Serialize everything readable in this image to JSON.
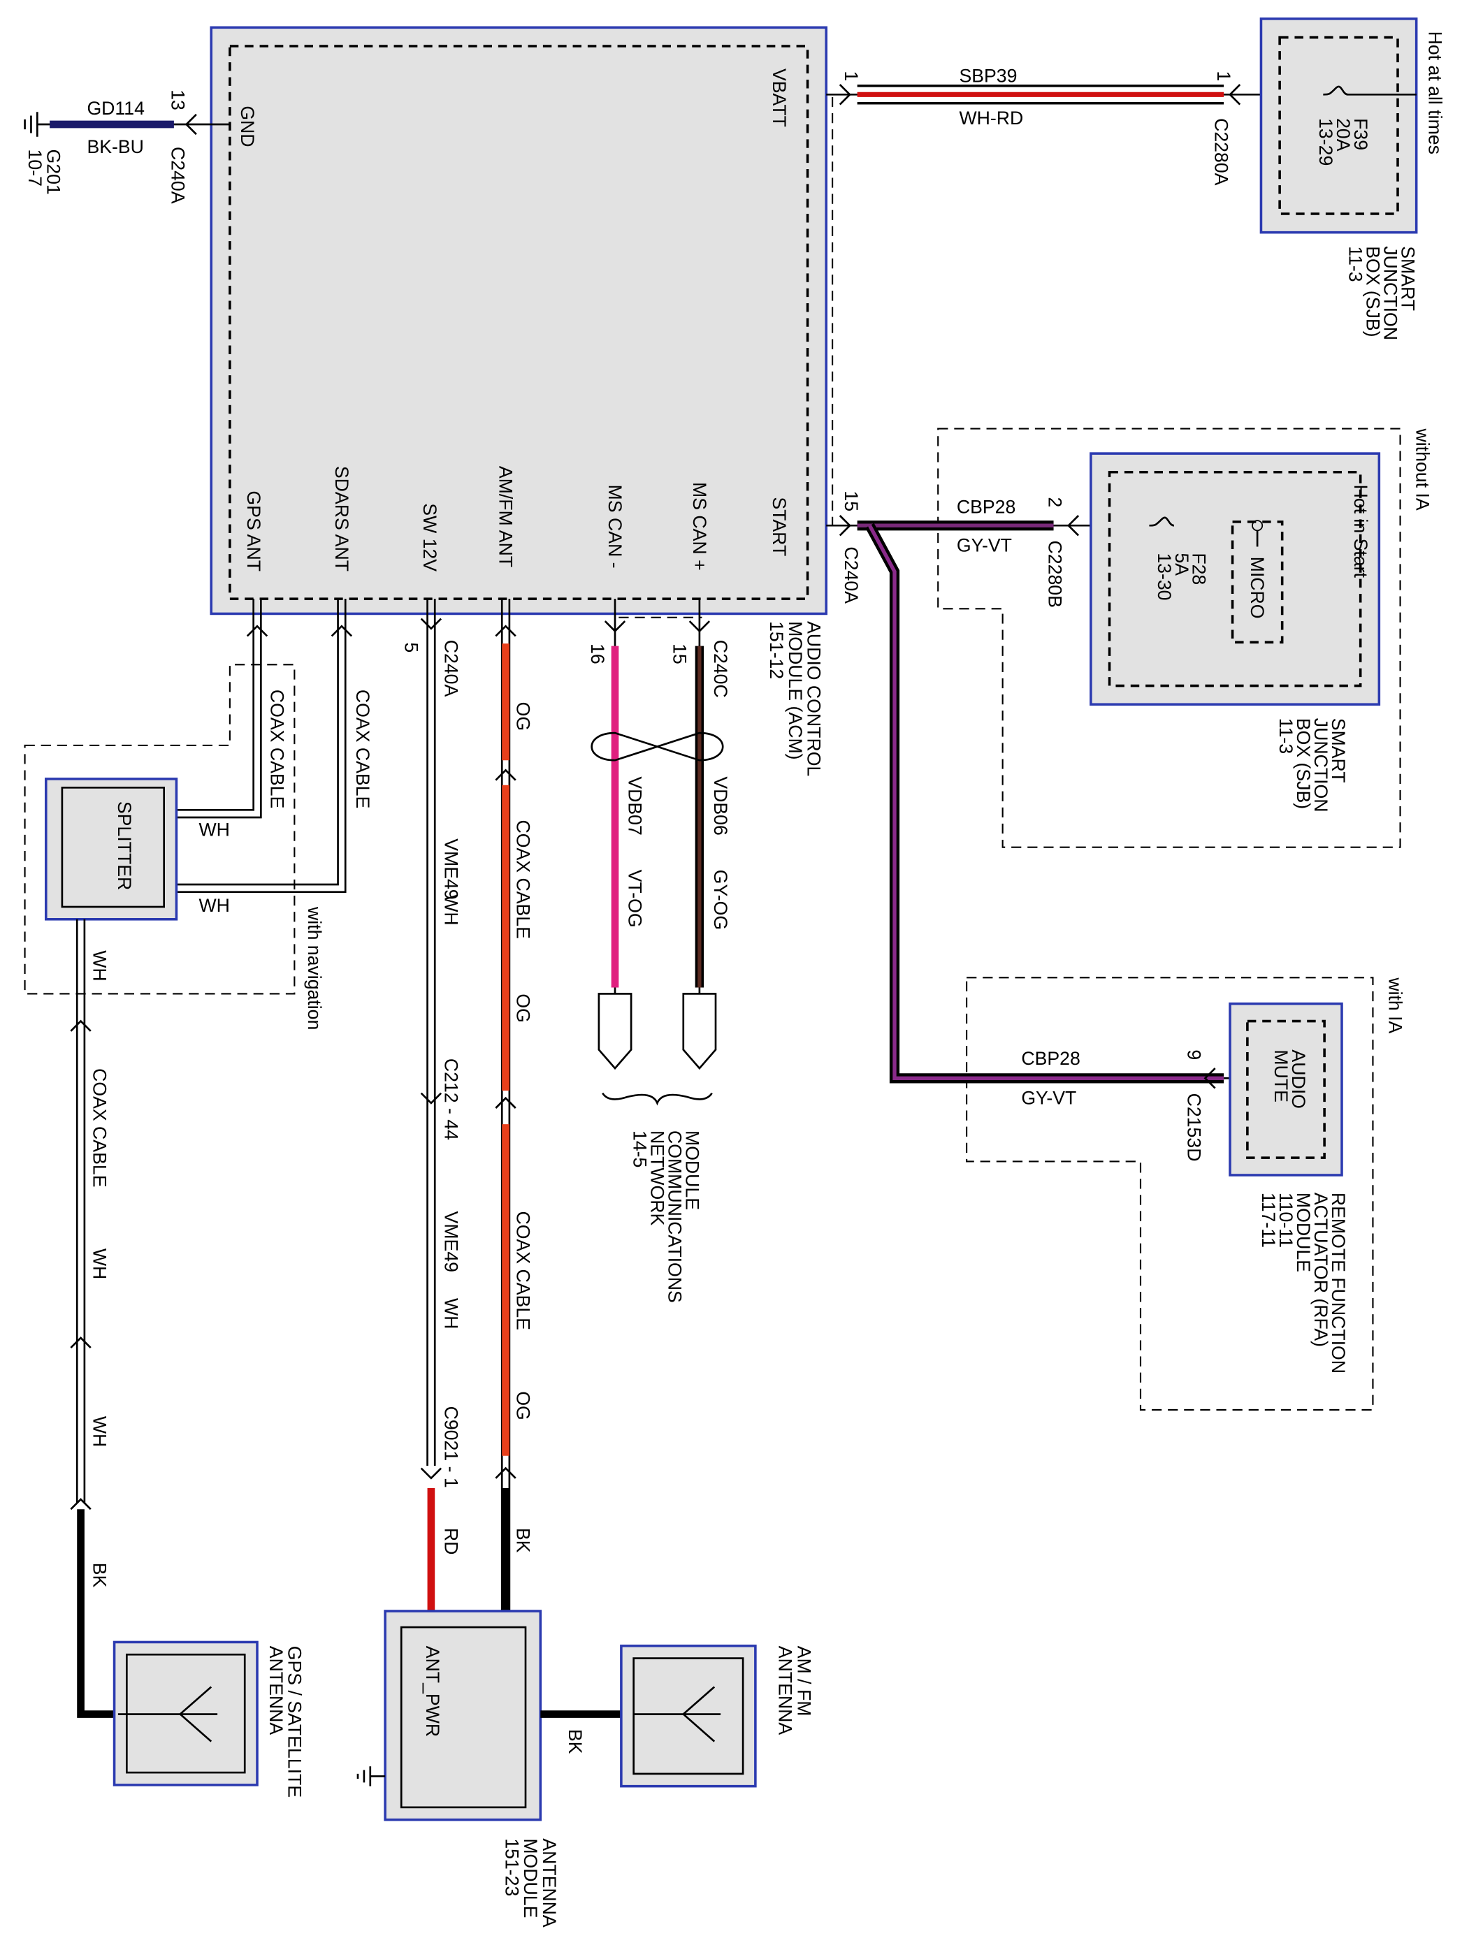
{
  "colors": {
    "module_border": "#2b3ab0",
    "module_fill": "#e2e2e2",
    "WH-RD": "#d01010",
    "BK-BU": "#1a1a6a",
    "GY-VT": "#5a1a5a",
    "OG": "#e8401c",
    "VT-OG": "#e0207f",
    "GY-OG": "#3a1a10",
    "RD": "#d01010",
    "BK": "#000000"
  },
  "acm": {
    "pins": {
      "vbatt": "VBATT",
      "gnd": "GND",
      "start": "START",
      "ms_can_plus": "MS CAN +",
      "ms_can_minus": "MS CAN -",
      "amfm_ant": "AM/FM ANT",
      "sw12v": "SW 12V",
      "sdars_ant": "SDARS ANT",
      "gps_ant": "GPS ANT"
    },
    "label": [
      "AUDIO CONTROL",
      "MODULE (ACM)",
      "151-12"
    ]
  },
  "ground": {
    "circuit": "GD114",
    "color": "BK-BU",
    "pin": "13",
    "connector": "C240A",
    "ground_point": [
      "G201",
      "10-7"
    ]
  },
  "vbatt": {
    "circuit": "SBP39",
    "color": "WH-RD",
    "pin_acm": "1",
    "pin_sjb": "1",
    "connector": "C2280A"
  },
  "sjb_top": {
    "hot": "Hot at all times",
    "fuse": [
      "F39",
      "20A",
      "13-29"
    ],
    "label": [
      "SMART",
      "JUNCTION",
      "BOX (SJB)",
      "11-3"
    ]
  },
  "start": {
    "pin": "15",
    "connector": "C240A",
    "circuit": "CBP28",
    "color": "GY-VT",
    "pin_sjb": "2",
    "connector_sjb": "C2280B"
  },
  "sjb_bottom": {
    "variant": "without IA",
    "hot": "Hot in Start",
    "micro": "MICRO",
    "fuse": [
      "F28",
      "5A",
      "13-30"
    ],
    "label": [
      "SMART",
      "JUNCTION",
      "BOX (SJB)",
      "11-3"
    ]
  },
  "rfa": {
    "variant": "with IA",
    "circuit": "CBP28",
    "color": "GY-VT",
    "pin": "9",
    "connector": "C2153D",
    "inner": [
      "AUDIO",
      "MUTE"
    ],
    "label": [
      "REMOTE FUNCTION",
      "ACTUATOR (RFA)",
      "MODULE",
      "110-11",
      "117-11"
    ]
  },
  "can": {
    "connector": "C240C",
    "pin_plus": "15",
    "pin_minus": "16",
    "plus_circuit": "VDB06",
    "plus_color": "GY-OG",
    "minus_circuit": "VDB07",
    "minus_color": "VT-OG",
    "network": [
      "MODULE",
      "COMMUNICATIONS",
      "NETWORK",
      "14-5"
    ]
  },
  "amfm": {
    "og1": "OG",
    "coax1": "COAX CABLE",
    "og2": "OG",
    "coax2": "COAX CABLE",
    "og3": "OG",
    "bk": "BK"
  },
  "sw12v": {
    "connector": "C240A",
    "pin": "5",
    "circuit1": "VME49",
    "color1": "WH",
    "inline1": "C212 - 44",
    "circuit2": "VME49",
    "color2": "WH",
    "inline2": "C9021 - 1",
    "rd": "RD"
  },
  "nav": {
    "variant": "with navigation",
    "gps_coax": "COAX CABLE",
    "sdars_coax": "COAX CABLE",
    "splitter": "SPLITTER",
    "wh1": "WH",
    "wh2": "WH",
    "wh3": "WH",
    "coax": "COAX CABLE",
    "wh4": "WH",
    "wh5": "WH",
    "bk": "BK"
  },
  "gps_antenna": {
    "label": [
      "GPS / SATELLITE",
      "ANTENNA"
    ]
  },
  "antenna_module": {
    "inner": "ANT_PWR",
    "bk": "BK",
    "label": [
      "ANTENNA",
      "MODULE",
      "151-23"
    ]
  },
  "amfm_antenna": {
    "label": [
      "AM / FM",
      "ANTENNA"
    ]
  }
}
